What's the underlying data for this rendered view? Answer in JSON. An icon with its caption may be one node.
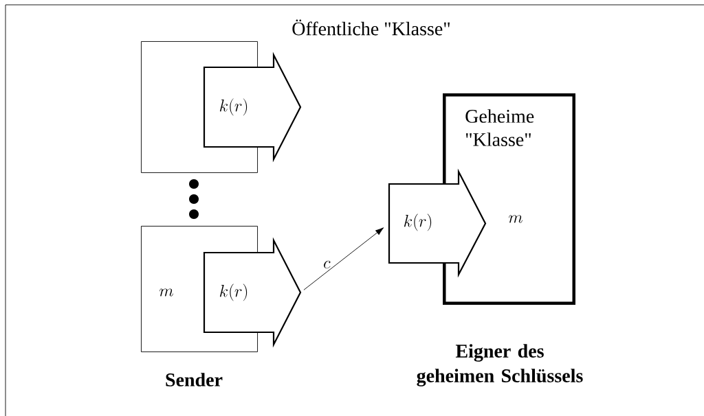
{
  "diagram": {
    "nodes": [
      {
        "text": [],
        "shape": "box"
      },
      {
        "text": [
          "k(r)"
        ]
      },
      {
        "text": [
          "m"
        ],
        "beside": [
          "Sender"
        ]
      },
      {
        "text": [
          "k(r)"
        ]
      },
      {
        "text": [
          "Geheime \"Klasse\"",
          "m"
        ],
        "beside": [
          "Eigner des geheimen Schlüssels"
        ]
      },
      {
        "text": [
          "k(r)"
        ]
      }
    ],
    "edges": [
      {
        "from": 3,
        "to": 5,
        "arrow": "to",
        "label": "c"
      }
    ],
    "labels": [
      "Öffentliche \"Klasse\""
    ]
  }
}
